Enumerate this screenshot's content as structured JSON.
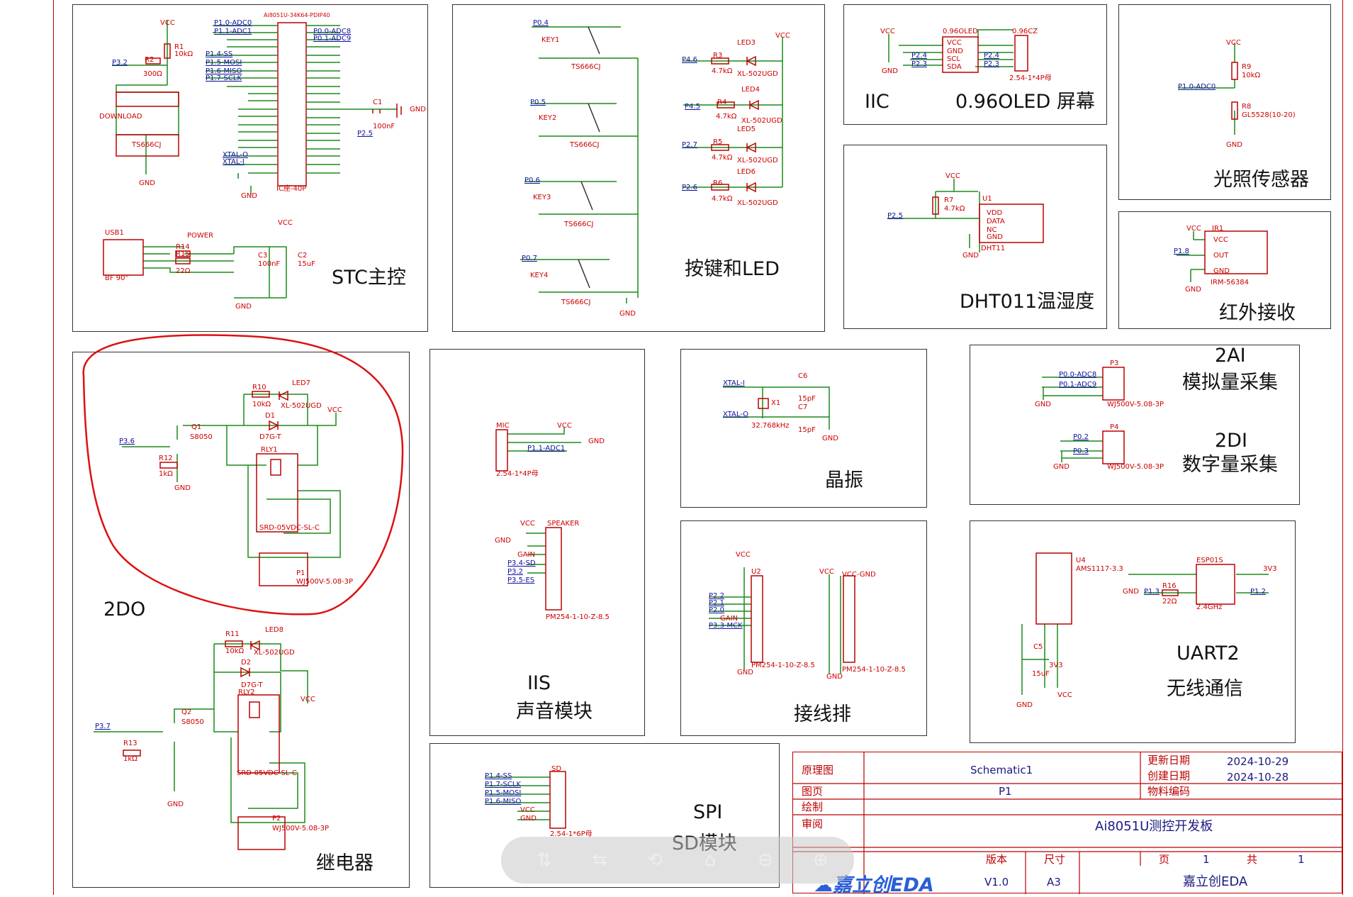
{
  "blocks": [
    {
      "id": "stc",
      "title": "STC主控"
    },
    {
      "id": "key_led",
      "title": "按键和LED"
    },
    {
      "id": "iic",
      "title": "IIC"
    },
    {
      "id": "oled",
      "title": "0.96OLED 屏幕"
    },
    {
      "id": "light",
      "title": "光照传感器"
    },
    {
      "id": "dht",
      "title": "DHT011温湿度"
    },
    {
      "id": "ir",
      "title": "红外接收"
    },
    {
      "id": "ai",
      "title": "2AI"
    },
    {
      "id": "ai2",
      "title": "模拟量采集"
    },
    {
      "id": "di",
      "title": "2DI"
    },
    {
      "id": "di2",
      "title": "数字量采集"
    },
    {
      "id": "do",
      "title": "2DO"
    },
    {
      "id": "iis",
      "title": "IIS"
    },
    {
      "id": "iis2",
      "title": "声音模块"
    },
    {
      "id": "xtal",
      "title": "晶振"
    },
    {
      "id": "hdr",
      "title": "接线排"
    },
    {
      "id": "uart",
      "title": "UART2"
    },
    {
      "id": "uart2",
      "title": "无线通信"
    },
    {
      "id": "spi",
      "title": "SPI"
    },
    {
      "id": "spi2",
      "title": "SD模块"
    },
    {
      "id": "relay",
      "title": "继电器"
    }
  ],
  "labels": {
    "mcu": "Ai8051U-34K64-PDIP40",
    "mcu_ref": "IC座-40P",
    "vcc": "VCC",
    "gnd": "GND",
    "r1": "R1",
    "r1v": "10kΩ",
    "r2": "R2",
    "r2v": "300Ω",
    "download": "DOWNLOAD",
    "ts": "TS666CJ",
    "usb": "USB1",
    "usbv": "BF 90°",
    "power": "POWER",
    "c3": "C3",
    "c3v": "100nF",
    "c2": "C2",
    "c2v": "15uF",
    "c1": "C1",
    "c1v": "100nF",
    "r14": "R14",
    "r15": "R15",
    "r22": "22Ω",
    "key1": "KEY1",
    "key2": "KEY2",
    "key3": "KEY3",
    "key4": "KEY4",
    "led3": "LED3",
    "led4": "LED4",
    "led5": "LED5",
    "led6": "LED6",
    "ledv": "XL-502UGD",
    "r47": "4.7kΩ",
    "r3": "R3",
    "r4": "R4",
    "r5": "R5",
    "r6": "R6",
    "oled_part": "0.96OLED",
    "cz": "0.96CZ",
    "cz_v": "2.54-1*4P母",
    "vcc_pin": "VCC",
    "scl": "SCL",
    "sda": "SDA",
    "r9": "R9",
    "r9v": "10kΩ",
    "r8": "R8",
    "r8v": "GL5528(10-20)",
    "p10": "P1.0-ADC0",
    "u1": "U1",
    "dht": "DHT11",
    "r7": "R7",
    "r7v": "4.7kΩ",
    "vdd": "VDD",
    "data": "DATA",
    "nc": "NC",
    "ir1": "IR1",
    "irm": "IRM-56384",
    "out": "OUT",
    "p18": "P1.8",
    "p3": "P3",
    "p4": "P4",
    "wj": "WJ500V-5.08-3P",
    "adc8": "P0.0-ADC8",
    "adc9": "P0.1-ADC9",
    "p02": "P0.2",
    "p03": "P0.3",
    "led7": "LED7",
    "led8": "LED8",
    "r10": "R10",
    "r11": "R11",
    "r12": "R12",
    "r13": "R13",
    "r1k": "1kΩ",
    "r10k": "10kΩ",
    "q1": "Q1",
    "q2": "Q2",
    "s8050": "S8050",
    "d1": "D1",
    "d2": "D2",
    "d7g": "D7G-T",
    "rly1": "RLY1",
    "rly2": "RLY2",
    "srd": "SRD-05VDC-SL-C",
    "p1": "P1",
    "p2": "P2",
    "p36": "P3.6",
    "p37": "P3.7",
    "mic": "MIC",
    "mic_v": "2.54-1*4P母",
    "adc1": "P1.1-ADC1",
    "speaker": "SPEAKER",
    "gain": "GAIN",
    "p34sd": "P3.4-SD",
    "p32": "P3.2",
    "p35es": "P3.5-ES",
    "pm": "PM254-1-10-Z-8.5",
    "xtali": "XTAL-I",
    "xtalo": "XTAL-O",
    "x1": "X1",
    "x1v": "32.768kHz",
    "c6": "C6",
    "c7": "C7",
    "c15p": "15pF",
    "u2": "U2",
    "vccgnd": "VCC-GND",
    "p22": "P2.2",
    "p21": "P2.1",
    "p20": "P2.0",
    "p33": "P3.3-MCK",
    "u4": "U4",
    "ams": "AMS1117-3.3",
    "c5": "C5",
    "c5v": "15uF",
    "v3": "3V3",
    "esp": "ESP01S",
    "r16": "R16",
    "p13": "P1.3",
    "p12": "P1.2",
    "g24": "2.4GHz",
    "sd": "SD",
    "sd_v": "2.54-1*6P母",
    "p14": "P1.4-SS",
    "p17": "P1.7-SCLK",
    "p15": "P1.5-MOSI",
    "p16": "P1.6-MISO",
    "p04": "P0.4",
    "p05": "P0.5",
    "p06": "P0.6",
    "p07": "P0.7",
    "p46": "P4.6",
    "p45": "P4.5",
    "p27": "P2.7",
    "p26": "P2.6",
    "p25": "P2.5",
    "p24": "P2.4",
    "p23": "P2.3"
  },
  "title_block": {
    "schematic_label": "原理图",
    "schematic": "Schematic1",
    "update_label": "更新日期",
    "update": "2024-10-29",
    "create_label": "创建日期",
    "create": "2024-10-28",
    "page_label": "图页",
    "page": "P1",
    "material_label": "物料编码",
    "draw_label": "绘制",
    "review_label": "审阅",
    "board": "Ai8051U测控开发板",
    "version_label": "版本",
    "size_label": "尺寸",
    "pg_label": "页",
    "total_label": "共",
    "version": "V1.0",
    "size": "A3",
    "pg": "1",
    "total": "1",
    "company": "嘉立创EDA"
  },
  "logo": "嘉立创EDA",
  "colors": {
    "wire": "#1c8a1c",
    "part": "#b00000",
    "net": "#1010a0",
    "frame": "#b00000",
    "circle": "#d11"
  }
}
